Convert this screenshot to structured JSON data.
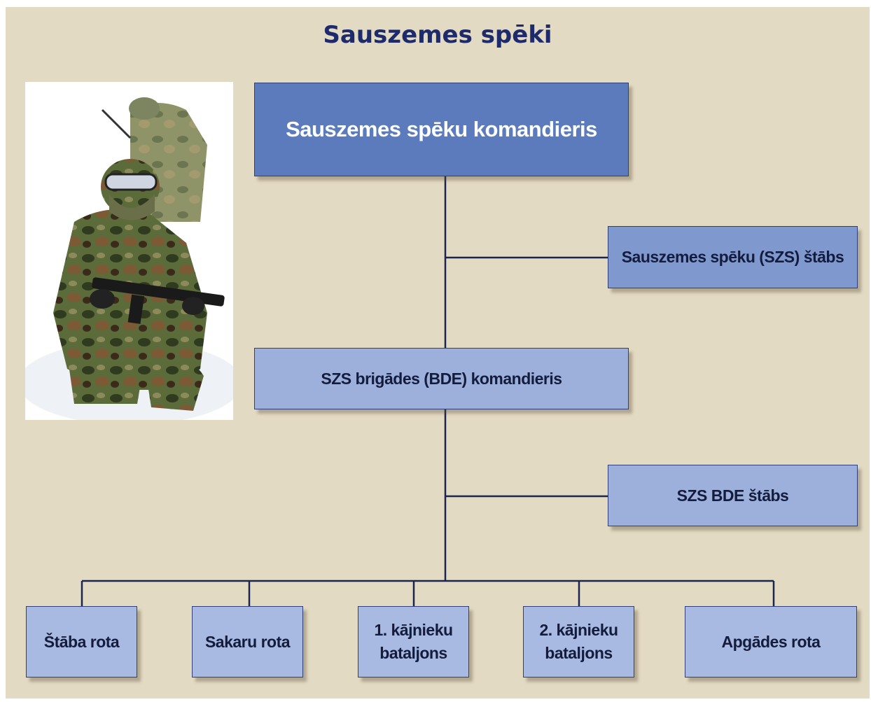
{
  "diagram": {
    "title": "Sauszemes spēki",
    "nodes": {
      "commander": "Sauszemes spēku komandieris",
      "land_forces_hq": "Sauszemes spēku (SZS) štābs",
      "brigade_commander": "SZS brigādes (BDE) komandieris",
      "brigade_hq": "SZS BDE štābs",
      "units": [
        {
          "line1": "Štāba rota",
          "line2": ""
        },
        {
          "line1": "Sakaru rota",
          "line2": ""
        },
        {
          "line1": "1. kājnieku",
          "line2": "bataljons"
        },
        {
          "line1": "2. kājnieku",
          "line2": "bataljons"
        },
        {
          "line1": "Apgādes rota",
          "line2": ""
        }
      ]
    }
  },
  "colors": {
    "background": "#e3dac3",
    "title": "#1d2a6b",
    "line": "#1c2450",
    "level1": "#5b7bbd",
    "level2": "#7f99cf",
    "level3": "#9db0dc",
    "level4": "#a9bae2"
  },
  "photo": {
    "icon": "soldier-in-snow-photo"
  }
}
